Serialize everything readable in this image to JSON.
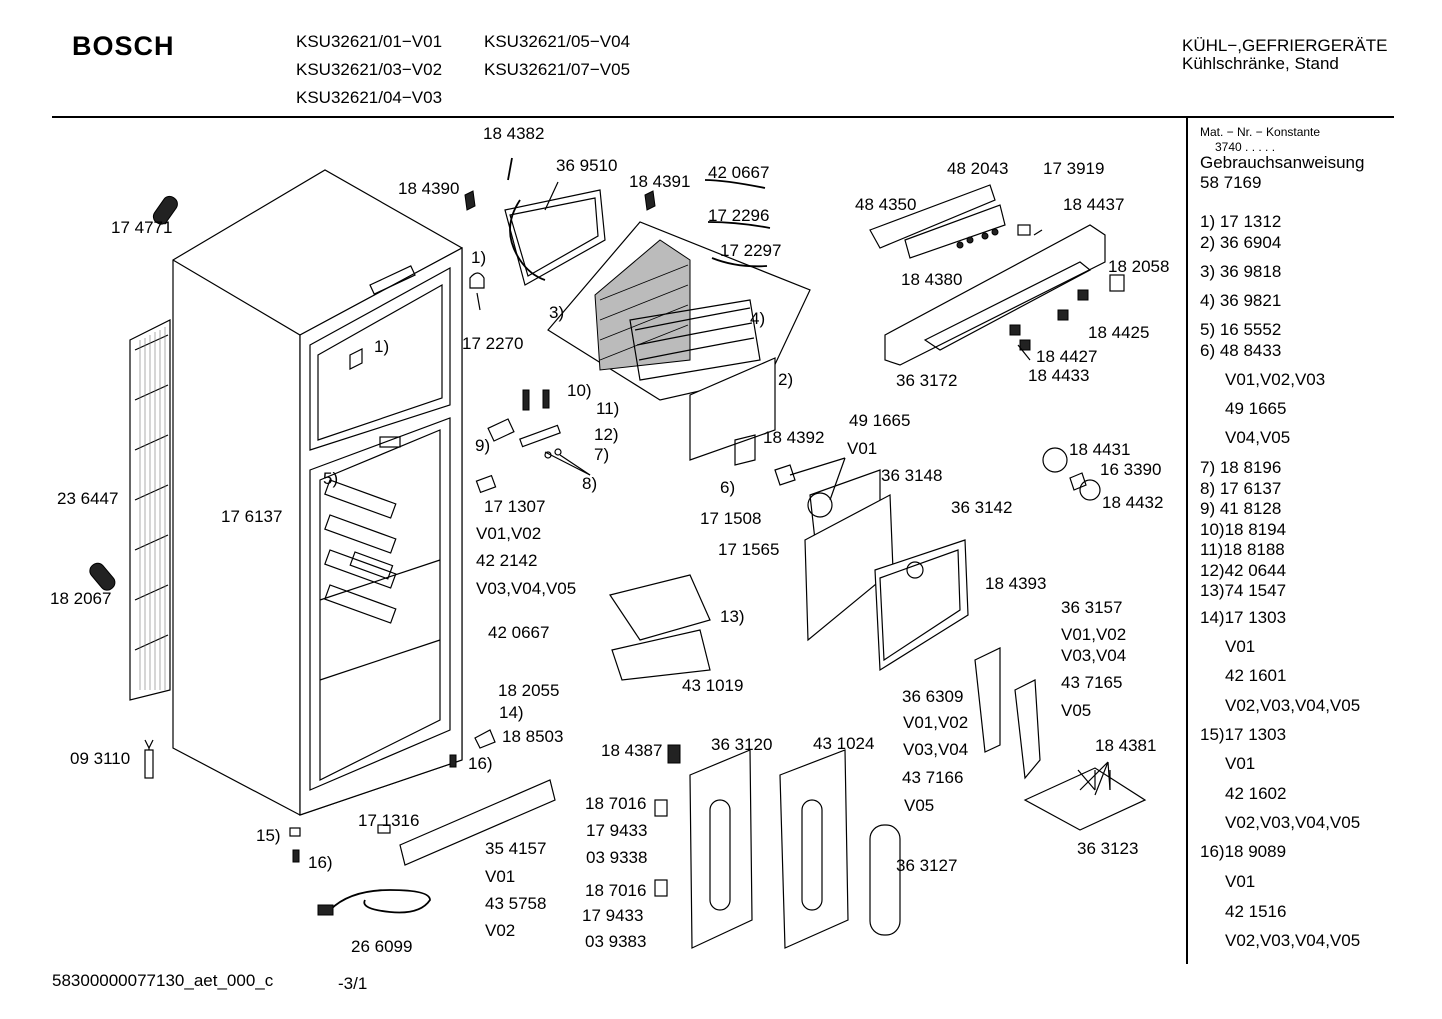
{
  "header": {
    "brand": "BOSCH",
    "models_col1": [
      "KSU32621/01−V01",
      "KSU32621/03−V02",
      "KSU32621/04−V03"
    ],
    "models_col2": [
      "KSU32621/05−V04",
      "KSU32621/07−V05"
    ],
    "category": "KÜHL−,GEFRIERGERÄTE",
    "subcategory": "Kühlschränke, Stand"
  },
  "sidebar": {
    "mat_label": "Mat. − Nr. − Konstante",
    "mat_value": "3740  .   .   .   .   .",
    "manual_label": "Gebrauchsanweisung",
    "manual_number": "58 7169",
    "items": [
      "1) 17 1312",
      "2) 36 6904",
      "3) 36 9818",
      "4) 36 9821",
      "5) 16 5552",
      "6) 48 8433",
      "V01,V02,V03",
      "49 1665",
      "V04,V05",
      "7) 18 8196",
      "8) 17 6137",
      "9) 41 8128",
      "10)18 8194",
      "11)18 8188",
      "12)42 0644",
      "13)74 1547",
      "14)17 1303",
      "V01",
      "42 1601",
      "V02,V03,V04,V05",
      "15)17 1303",
      "V01",
      "42 1602",
      "V02,V03,V04,V05",
      "16)18 9089",
      "V01",
      "42 1516",
      "V02,V03,V04,V05"
    ]
  },
  "labels": [
    "18 4382",
    "36 9510",
    "18 4390",
    "18 4391",
    "42 0667",
    "17 2296",
    "17 2297",
    "17 4771",
    "1)",
    "17 2270",
    "3)",
    "4)",
    "2)",
    "1)",
    "10)",
    "11)",
    "12)",
    "7)",
    "8)",
    "9)",
    "5)",
    "48 2043",
    "17 3919",
    "48 4350",
    "18 4437",
    "18 4380",
    "18 2058",
    "18 4425",
    "18 4427",
    "18 4433",
    "36 3172",
    "49 1665",
    "V01",
    "18 4392",
    "18 4431",
    "16 3390",
    "18 4432",
    "36 3148",
    "36 3142",
    "6)",
    "17 1508",
    "17 1565",
    "23 6447",
    "17 6137",
    "17 1307",
    "V01,V02",
    "42 2142",
    "V03,V04,V05",
    "13)",
    "18 4393",
    "36 3157",
    "V01,V02",
    "V03,V04",
    "18 2067",
    "42 0667",
    "43 1019",
    "36 6309",
    "43 7165",
    "V01,V02",
    "V05",
    "V03,V04",
    "18 2055",
    "14)",
    "18 8503",
    "43 7166",
    "V05",
    "18 4381",
    "09 3110",
    "16)",
    "18 4387",
    "36 3120",
    "43 1024",
    "18 7016",
    "17 9433",
    "03 9338",
    "15)",
    "17 1316",
    "16)",
    "35 4157",
    "V01",
    "43 5758",
    "V02",
    "18 7016",
    "17 9433",
    "03 9383",
    "36 3127",
    "36 3123",
    "26 6099"
  ],
  "footer": {
    "doc_id": "58300000077130_aet_000_c",
    "page": "-3/1"
  }
}
